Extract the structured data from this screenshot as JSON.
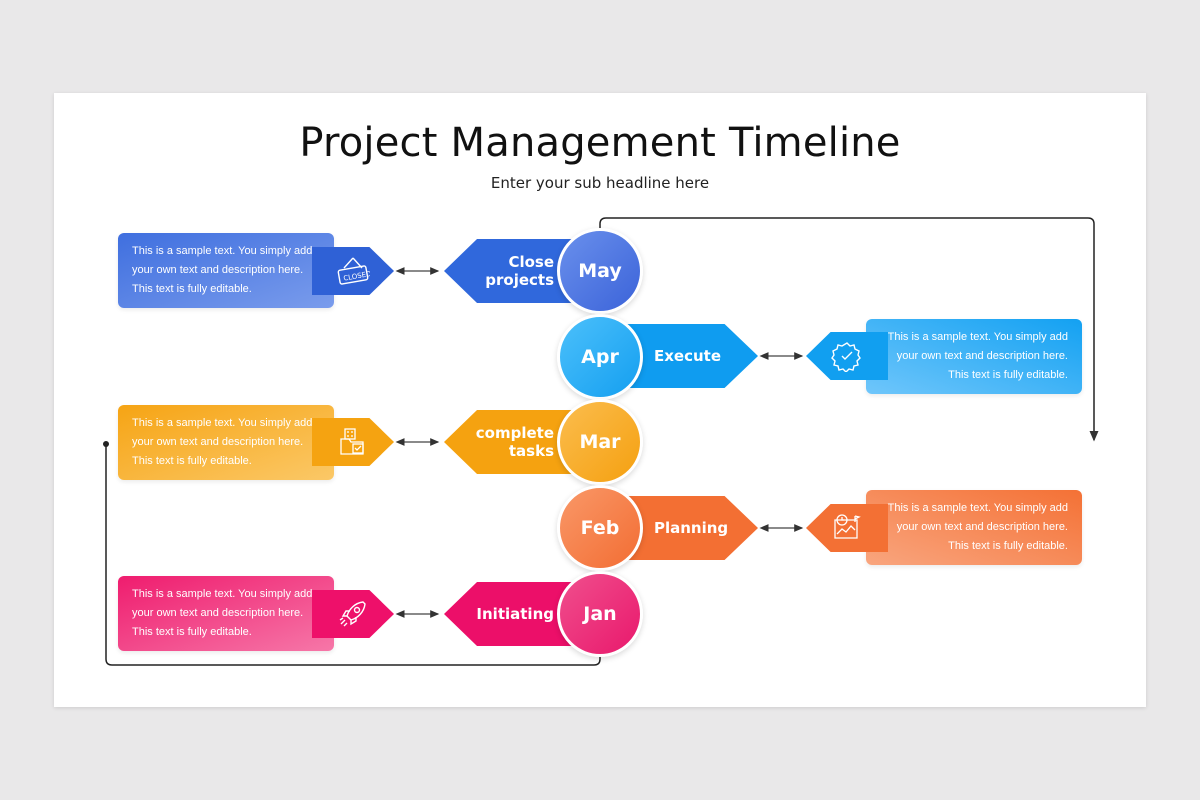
{
  "slide": {
    "title": "Project Management Timeline",
    "subtitle": "Enter your sub headline here"
  },
  "timeline": [
    {
      "month": "May",
      "label": "Close projects",
      "label_line1": "Close",
      "label_line2": "projects",
      "side": "left",
      "color": "#3b6ee0",
      "icon": "closed-sign-icon",
      "text": "This is a sample text. You simply add your own text and description here. This text is fully editable."
    },
    {
      "month": "Apr",
      "label": "Execute",
      "side": "right",
      "color": "#14a3f2",
      "icon": "gear-check-icon",
      "text": "This is a sample text. You simply add your own text and description here. This text is fully editable."
    },
    {
      "month": "Mar",
      "label": "complete tasks",
      "label_line1": "complete",
      "label_line2": "tasks",
      "side": "left",
      "color": "#f6a411",
      "icon": "task-folder-icon",
      "text": "This is a sample text. You simply add your own text and description here. This text is fully editable."
    },
    {
      "month": "Feb",
      "label": "Planning",
      "side": "right",
      "color": "#f47135",
      "icon": "planning-map-icon",
      "text": "This is a sample text. You simply add your own text and description here. This text is fully editable."
    },
    {
      "month": "Jan",
      "label": "Initiating",
      "side": "left",
      "color": "#ef1b6e",
      "icon": "rocket-icon",
      "text": "This is a sample text. You simply add your own text and description here. This text is fully editable."
    }
  ],
  "colors": {
    "may": "#3b6ee0",
    "apr": "#14a3f2",
    "mar": "#f6a411",
    "feb": "#f47135",
    "jan": "#ef1b6e"
  }
}
